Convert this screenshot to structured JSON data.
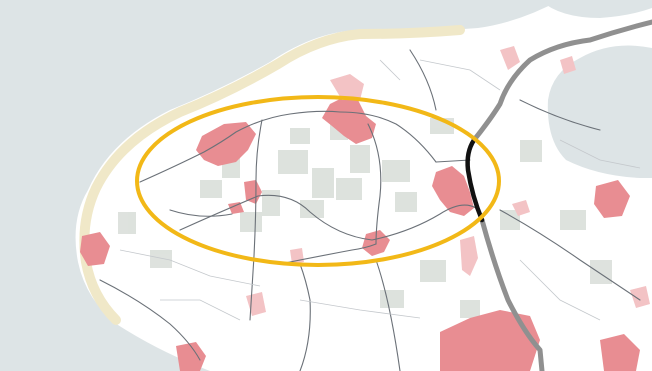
{
  "map": {
    "colors": {
      "sea": "#dde4e6",
      "land": "#ffffff",
      "beach": "#f0e8c8",
      "urban": "#e88d92",
      "urban_light": "#f3c3c5",
      "green_fields": "#d8ddd8",
      "motorway": "#909090",
      "highlight_road": "#111111",
      "minor_road": "#6b7178",
      "highlight_ellipse": "#f2b817"
    },
    "features": [
      "sea",
      "coastline",
      "beach",
      "urban-areas",
      "green-fields",
      "road-network",
      "motorway",
      "highlighted-road-segment",
      "highlight-ellipse"
    ]
  }
}
